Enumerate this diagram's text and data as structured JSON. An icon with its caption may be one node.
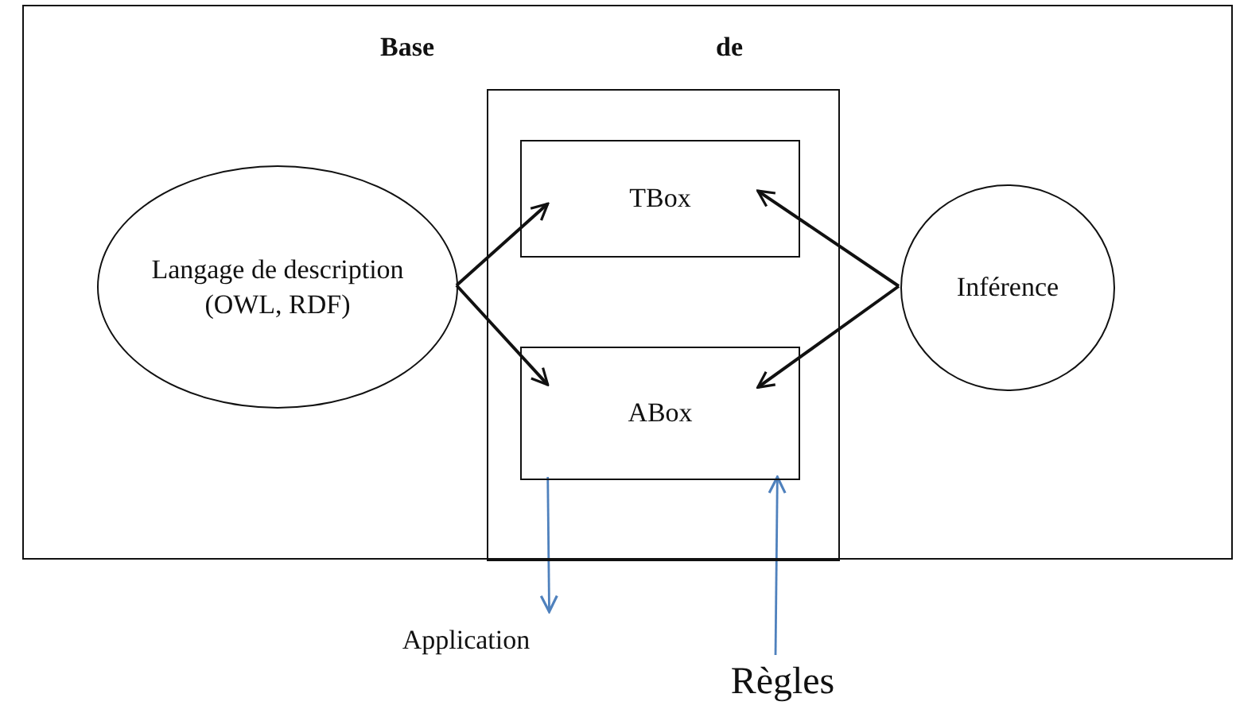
{
  "diagram": {
    "nodes": [
      {
        "text": [],
        "shape": "box"
      },
      {
        "text": [
          "Base",
          "de"
        ],
        "in": 0
      },
      {
        "text": [
          "TBox"
        ],
        "in": 1
      },
      {
        "text": [
          "ABox"
        ],
        "in": 1
      },
      {
        "text": [
          "Langage de description (OWL, RDF)"
        ],
        "in": 0
      },
      {
        "text": [
          "Inférence"
        ],
        "in": 0
      },
      {
        "text": [
          "Application"
        ]
      },
      {
        "text": [
          "Règles"
        ]
      }
    ],
    "edges": [
      {
        "from": 4,
        "to": 2,
        "arrow": "to"
      },
      {
        "from": 4,
        "to": 3,
        "arrow": "to"
      },
      {
        "from": 5,
        "to": 2,
        "arrow": "to"
      },
      {
        "from": 5,
        "to": 3,
        "arrow": "to"
      },
      {
        "from": 3,
        "to": 6,
        "arrow": "to",
        "color": "#4f81bd"
      },
      {
        "from": 7,
        "to": 3,
        "arrow": "to",
        "color": "#4f81bd"
      }
    ]
  }
}
